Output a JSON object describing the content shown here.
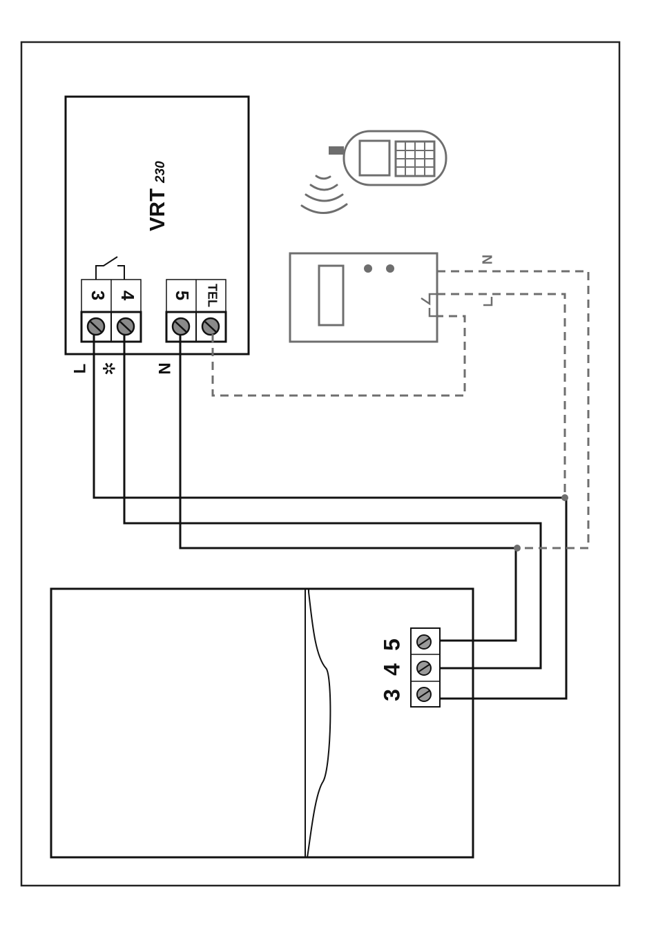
{
  "colors": {
    "line": "#111111",
    "gray": "#6e6e6e",
    "background": "#ffffff"
  },
  "controller": {
    "model": "VRT",
    "model_suffix": "230",
    "terminals": [
      {
        "id": "t3",
        "label": "3"
      },
      {
        "id": "t4",
        "label": "4"
      },
      {
        "id": "t5",
        "label": "5"
      },
      {
        "id": "ttel",
        "label": "TEL"
      }
    ]
  },
  "wire_labels": {
    "L": "L",
    "star": "✲",
    "N": "N"
  },
  "telephone_module": {
    "n_label": "N",
    "phone_icon": "mobile-phone-icon",
    "signal_icon": "wireless-signal-icon"
  },
  "boiler": {
    "terminals": [
      {
        "id": "b5",
        "label": "5"
      },
      {
        "id": "b4",
        "label": "4"
      },
      {
        "id": "b3",
        "label": "3"
      }
    ]
  }
}
